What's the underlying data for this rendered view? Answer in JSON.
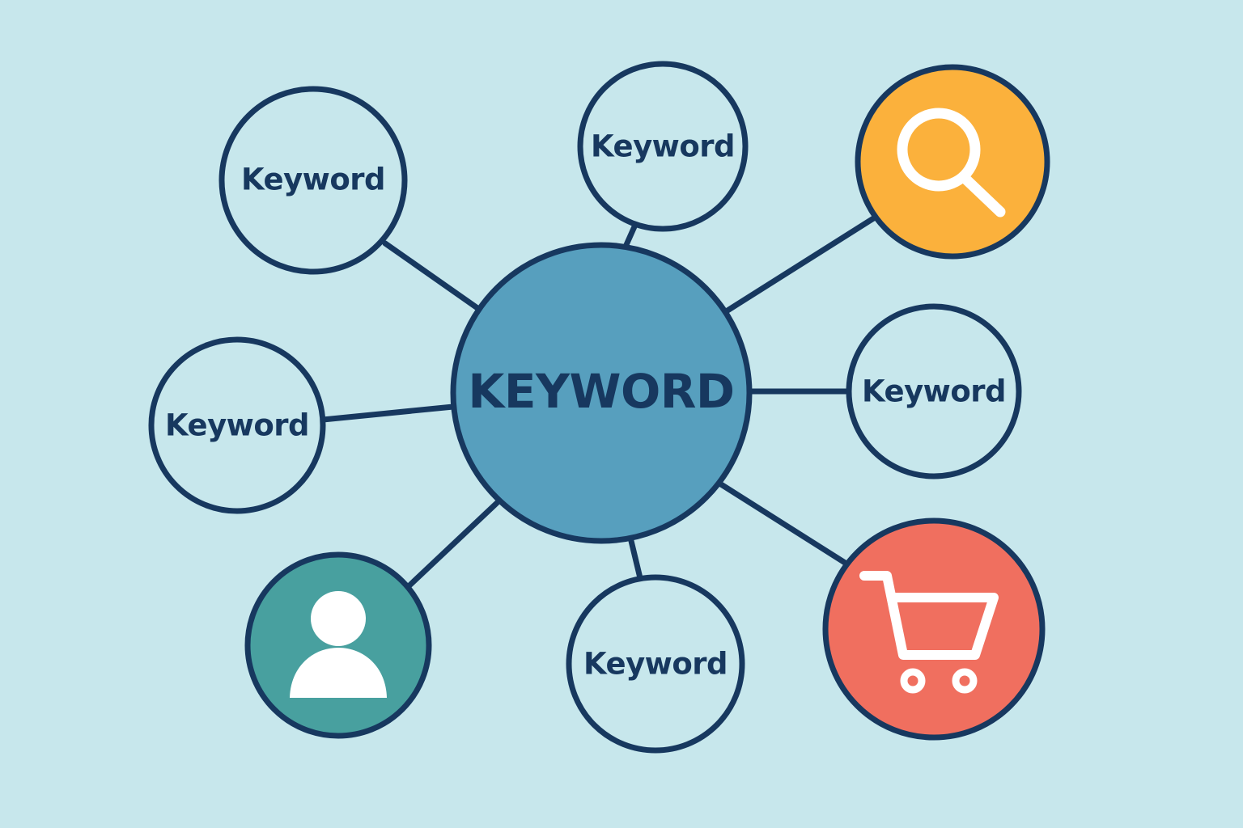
{
  "colors": {
    "background": "#c7e7ec",
    "outline": "#17385f",
    "node_fill": "#c7e7ec",
    "center_fill": "#579fbe",
    "search_fill": "#fbb13c",
    "user_fill": "#48a09f",
    "cart_fill": "#f06f5f",
    "icon_color": "#ffffff"
  },
  "diagram": {
    "center": {
      "label": "KEYWORD"
    },
    "nodes": [
      {
        "id": "top-left",
        "label": "Keyword"
      },
      {
        "id": "top-middle",
        "label": "Keyword"
      },
      {
        "id": "middle-left",
        "label": "Keyword"
      },
      {
        "id": "middle-right",
        "label": "Keyword"
      },
      {
        "id": "bottom-middle",
        "label": "Keyword"
      }
    ],
    "icon_nodes": [
      {
        "id": "search",
        "icon": "magnifying-glass-icon"
      },
      {
        "id": "user",
        "icon": "user-profile-icon"
      },
      {
        "id": "cart",
        "icon": "shopping-cart-icon"
      }
    ]
  }
}
